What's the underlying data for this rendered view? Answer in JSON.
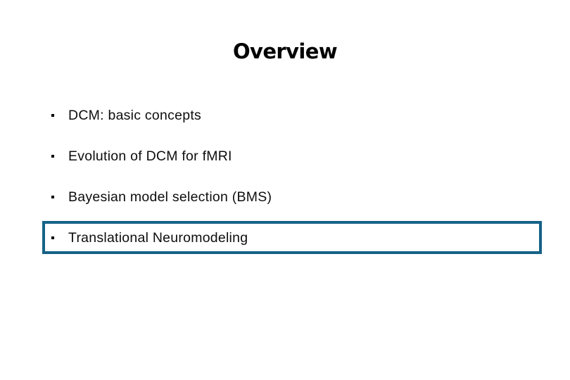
{
  "slide": {
    "title": "Overview",
    "background_color": "#ffffff",
    "text_color": "#000000",
    "highlight_border_color": "#166288",
    "bullets": [
      {
        "label": "DCM: basic concepts",
        "highlighted": false,
        "bullet_glyph": "square-dot"
      },
      {
        "label": "Evolution of DCM for fMRI",
        "highlighted": false,
        "bullet_glyph": "square-dot"
      },
      {
        "label": "Bayesian model selection (BMS)",
        "highlighted": false,
        "bullet_glyph": "square-dot"
      },
      {
        "label": "Translational Neuromodeling",
        "highlighted": true,
        "bullet_glyph": "square-dot"
      }
    ]
  }
}
